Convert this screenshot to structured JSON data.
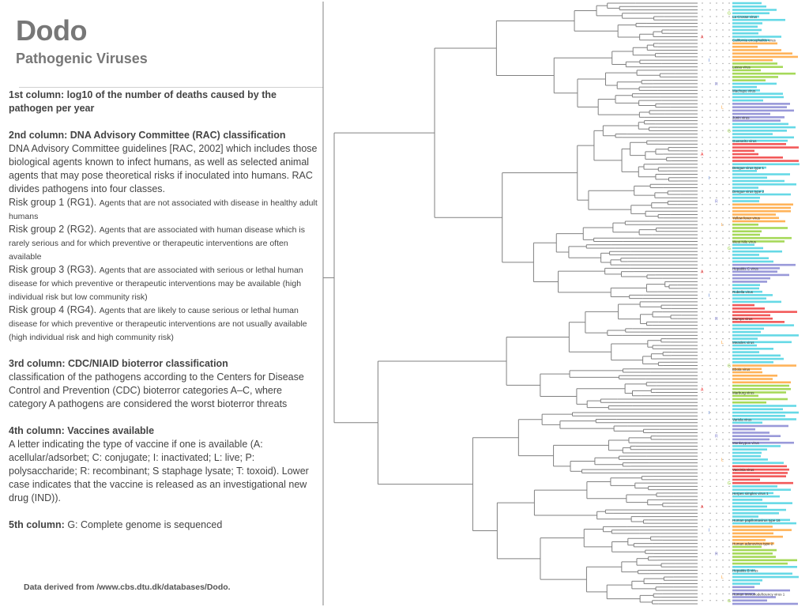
{
  "header": {
    "title": "Dodo",
    "subtitle": "Pathogenic Viruses"
  },
  "legend": {
    "col1": {
      "heading": "1st column: log10 of the number of deaths caused by the pathogen per year"
    },
    "col2": {
      "heading": "2nd column: DNA Advisory Committee (RAC) classification",
      "body": "DNA Advisory Committee guidelines [RAC, 2002] which includes those biological agents known to infect humans, as well as selected animal agents that may pose theoretical risks if inoculated into humans. RAC divides pathogens into four classes.",
      "groups": [
        {
          "name": "Risk group 1 (RG1).",
          "desc": "Agents that are not associated with disease in healthy adult humans"
        },
        {
          "name": "Risk group 2 (RG2).",
          "desc": "Agents that are associated with human disease which is rarely serious and for which preventive or therapeutic interventions are often available"
        },
        {
          "name": "Risk group 3 (RG3).",
          "desc": "Agents that are associated with serious or lethal human disease for which preventive or therapeutic interventions may be available (high individual risk but low community risk)"
        },
        {
          "name": "Risk group 4 (RG4).",
          "desc": "Agents that are likely to cause serious or lethal human disease for which preventive or therapeutic interventions are not usually available (high individual risk and high community risk)"
        }
      ]
    },
    "col3": {
      "heading": "3rd column: CDC/NIAID bioterror classification",
      "body": "classification of the pathogens according to the Centers for Disease Control and Prevention (CDC) bioterror categories A–C, where category A pathogens are considered the worst bioterror threats"
    },
    "col4": {
      "heading": "4th column: Vaccines available",
      "body": " A letter indicating the type of vaccine if one is available (A: acellular/adsorbet; C: conjugate; I: inactivated; L: live; P: polysaccharide; R: recombinant; S staphage lysate; T: toxoid). Lower case indicates that the vaccine is released as an investigational new drug (IND))."
    },
    "col5": {
      "heading": "5th column:",
      "body": "G: Complete genome is sequenced"
    }
  },
  "footer": "Data derived from /www.cbs.dtu.dk/databases/Dodo.",
  "tree_labels": [
    "La Crosse virus",
    "California encephalitis virus",
    "Lassa virus",
    "Machupo virus",
    "Junin virus",
    "Guanarito virus",
    "Dengue virus type 1",
    "Dengue virus type 2",
    "Yellow fever virus",
    "West Nile virus",
    "Hepatitis C virus",
    "Rubella virus",
    "Mumps virus",
    "Measles virus",
    "Ebola virus",
    "Marburg virus",
    "Variola virus",
    "Monkeypox virus",
    "Vaccinia virus",
    "Herpes simplex virus 1",
    "Human papillomavirus type 16",
    "Human adenovirus type 2",
    "Hepatitis B virus",
    "Human immunodeficiency virus 1"
  ],
  "colors": {
    "tree_line": "#808080",
    "text_gray": "#444444",
    "label_cyan": "#33ccdd",
    "label_orange": "#ff9922",
    "label_green": "#88cc22",
    "label_red": "#ee2222",
    "label_purple": "#7777cc",
    "label_blue": "#3366cc"
  }
}
